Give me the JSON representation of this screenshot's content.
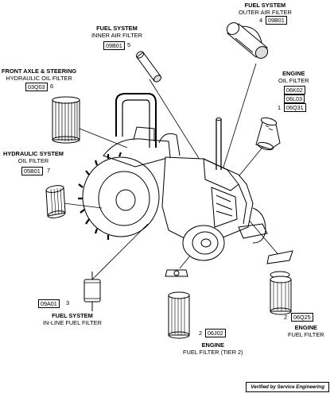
{
  "parts": {
    "fuel_outer": {
      "title": "FUEL SYSTEM",
      "subtitle": "OUTER AIR FILTER",
      "number": "4",
      "code": "09B01"
    },
    "fuel_inner": {
      "title": "FUEL SYSTEM",
      "subtitle": "INNER AIR FILTER",
      "number": "5",
      "code": "09B01"
    },
    "front_axle": {
      "title": "FRONT AXLE & STEERING",
      "subtitle": "HYDRAULIC OIL FILTER",
      "number": "6",
      "code": "03Q03"
    },
    "engine_oil": {
      "title": "ENGINE",
      "subtitle": "OIL FILTER",
      "number": "1",
      "codes": [
        "06K02",
        "06L03",
        "06Q31"
      ]
    },
    "hydraulic": {
      "title": "HYDRAULIC SYSTEM",
      "subtitle": "OIL FILTER",
      "number": "7",
      "code": "05B01"
    },
    "inline_fuel": {
      "title": "FUEL SYSTEM",
      "subtitle": "IN-LINE FUEL FILTER",
      "number": "3",
      "code": "09A01"
    },
    "engine_fuel_t2": {
      "title": "ENGINE",
      "subtitle": "FUEL FILTER (TIER 2)",
      "number": "2",
      "code": "06J02"
    },
    "engine_fuel": {
      "title": "ENGINE",
      "subtitle": "FUEL FILTER",
      "number": "2",
      "code": "06Q25"
    }
  },
  "footer": {
    "verified": "Verified by Service Engineering"
  }
}
